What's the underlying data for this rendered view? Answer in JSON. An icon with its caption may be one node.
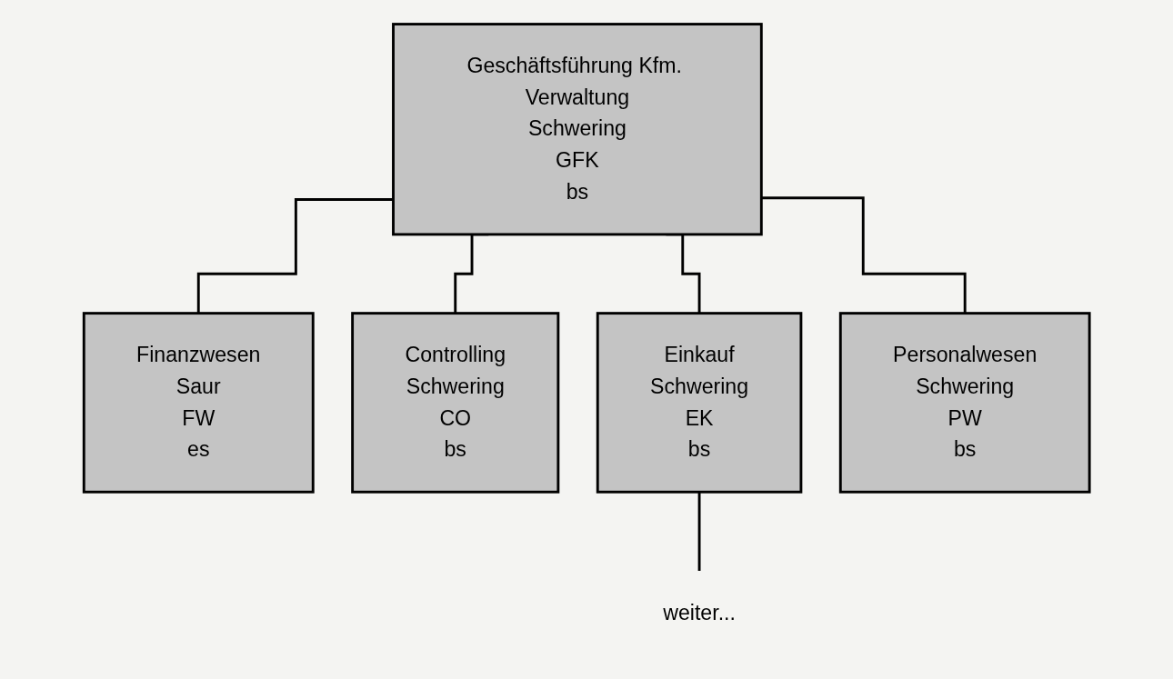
{
  "diagram": {
    "nodes": [
      {
        "text": [
          "Geschäftsführung Kfm. Verwaltung",
          "Schwering",
          "GFK",
          "bs"
        ]
      },
      {
        "text": [
          "Finanzwesen",
          "Saur",
          "FW",
          "es"
        ]
      },
      {
        "text": [
          "Controlling",
          "Schwering",
          "CO",
          "bs"
        ]
      },
      {
        "text": [
          "Einkauf",
          "Schwering",
          "EK",
          "bs"
        ]
      },
      {
        "text": [
          "Personalwesen",
          "Schwering",
          "PW",
          "bs"
        ]
      },
      {
        "text": [
          "weiter..."
        ]
      }
    ],
    "edges": [
      {
        "from": 0,
        "to": 1,
        "arrow": "none"
      },
      {
        "from": 0,
        "to": 2,
        "arrow": "none"
      },
      {
        "from": 0,
        "to": 3,
        "arrow": "none"
      },
      {
        "from": 0,
        "to": 4,
        "arrow": "none"
      },
      {
        "from": 3,
        "to": 5,
        "arrow": "none"
      }
    ]
  }
}
